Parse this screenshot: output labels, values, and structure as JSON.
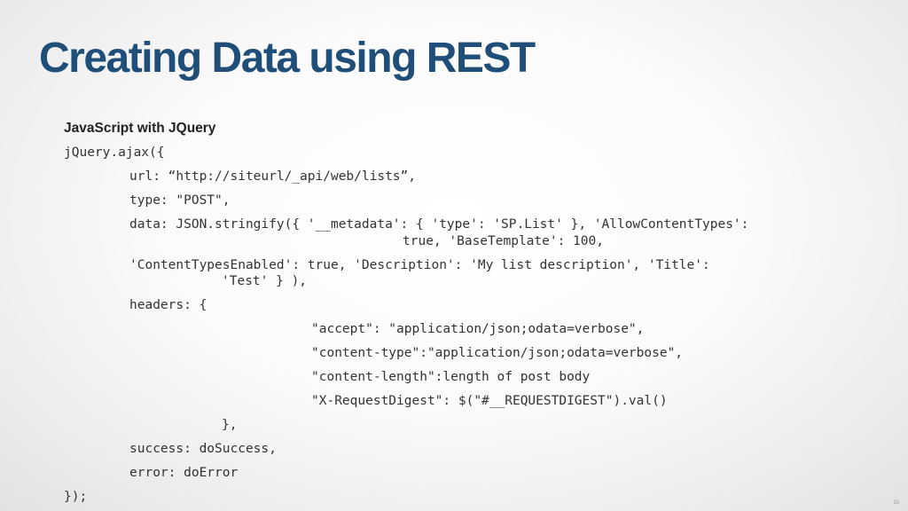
{
  "slide": {
    "title": "Creating Data using REST",
    "subheading": "JavaScript with JQuery",
    "code": {
      "line_ajax_open": "jQuery.ajax({",
      "line_url": "url: “http://siteurl/_api/web/lists”,",
      "line_type": "type: \"POST\",",
      "line_data_1": "data: JSON.stringify({ '__metadata': { 'type': 'SP.List' }, 'AllowContentTypes':",
      "line_data_2": "true, 'BaseTemplate': 100,",
      "line_data_3": "'ContentTypesEnabled': true, 'Description': 'My list description', 'Title':",
      "line_data_4": "'Test' } ),",
      "line_headers_open": "headers: {",
      "line_accept": "\"accept\": \"application/json;odata=verbose\",",
      "line_content_type": "\"content-type\":\"application/json;odata=verbose\",",
      "line_content_length": "\"content-length\":length of post body",
      "line_digest": "\"X-RequestDigest\": $(\"#__REQUESTDIGEST\").val()",
      "line_headers_close": "},",
      "line_success": "success: doSuccess,",
      "line_error": "error: doError",
      "line_close": "});"
    },
    "page_number": "33"
  }
}
